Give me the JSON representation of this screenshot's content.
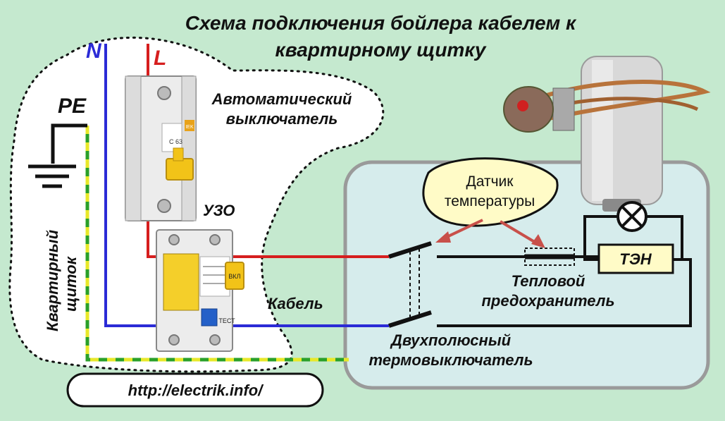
{
  "title": {
    "line1": "Схема подключения бойлера кабелем к",
    "line2": "квартирному щитку"
  },
  "labels": {
    "neutral": "N",
    "line": "L",
    "earth": "PE",
    "breaker": {
      "line1": "Автоматический",
      "line2": "выключатель"
    },
    "rcd": "УЗО",
    "panel": {
      "line1": "Квартирный",
      "line2": "щиток"
    },
    "cable": "Кабель",
    "sensor": {
      "line1": "Датчик",
      "line2": "температуры"
    },
    "fuse": {
      "line1": "Тепловой",
      "line2": "предохранитель"
    },
    "heater": "ТЭН",
    "thermostat": {
      "line1": "Двухполюсный",
      "line2": "термовыключатель"
    },
    "url": "http://electrik.info/"
  },
  "device_text": {
    "breaker_rating": "C 63",
    "breaker_brand": "IEK",
    "rcd_on": "ВКЛ",
    "rcd_test": "ТЕСТ"
  },
  "colors": {
    "background": "#c5e9cf",
    "neutral_wire": "#2b2bd6",
    "line_wire": "#d61e1e",
    "earth_wire_a": "#2aa02a",
    "earth_wire_b": "#e8e82a",
    "boiler_box": "#d6ecec",
    "label_fill": "#fffbc7",
    "arrow": "#c8504a"
  }
}
